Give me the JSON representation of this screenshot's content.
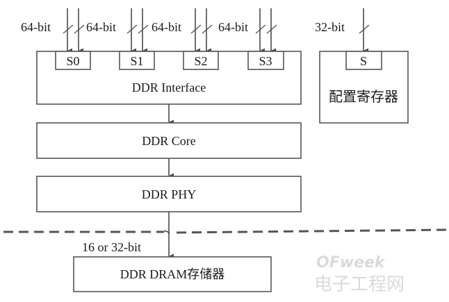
{
  "diagram": {
    "inputs": [
      {
        "label": "64-bit",
        "port": "S0"
      },
      {
        "label": "64-bit",
        "port": "S1"
      },
      {
        "label": "64-bit",
        "port": "S2"
      },
      {
        "label": "64-bit",
        "port": "S3"
      }
    ],
    "config_input": {
      "label": "32-bit",
      "port": "S"
    },
    "blocks": {
      "interface": "DDR Interface",
      "core": "DDR Core",
      "phy": "DDR PHY",
      "config": "配置寄存器",
      "dram": "DDR DRAM存储器"
    },
    "bus_width_label": "16 or 32-bit"
  },
  "watermark": {
    "brand": "OFweek",
    "site": "电子工程网"
  }
}
